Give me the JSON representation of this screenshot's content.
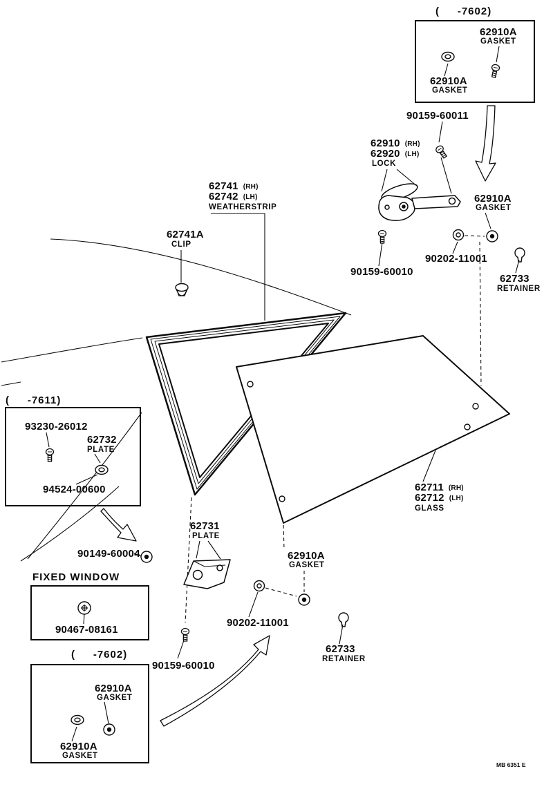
{
  "doc": {
    "footer_code": "MB 6351 E"
  },
  "insetTop": {
    "header": "(     -7602)",
    "gasketA_num": "62910A",
    "gasketA_name": "GASKET",
    "gasketB_num": "62910A",
    "gasketB_name": "GASKET"
  },
  "lock": {
    "screw_upper": "90159-60011",
    "num_rh": "62910",
    "suffix_rh": "(RH)",
    "num_lh": "62920",
    "suffix_lh": "(LH)",
    "name": "LOCK",
    "gasket_num": "62910A",
    "gasket_name": "GASKET",
    "washer": "90202-11001",
    "screw_lower": "90159-60010",
    "retainer_num": "62733",
    "retainer_name": "RETAINER"
  },
  "weatherstrip": {
    "num_rh": "62741",
    "suffix_rh": "(RH)",
    "num_lh": "62742",
    "suffix_lh": "(LH)",
    "name": "WEATHERSTRIP",
    "clip_num": "62741A",
    "clip_name": "CLIP"
  },
  "insetLeft": {
    "header": "(     -7611)",
    "screw": "93230-26012",
    "plate_num": "62732",
    "plate_name": "PLATE",
    "nut": "94524-00600"
  },
  "glass": {
    "num_rh": "62711",
    "suffix_rh": "(RH)",
    "num_lh": "62712",
    "suffix_lh": "(LH)",
    "name": "GLASS"
  },
  "lower": {
    "plate_num": "62731",
    "plate_name": "PLATE",
    "stud": "90149-60004",
    "fixed_window_title": "FIXED WINDOW",
    "fixed_window_part": "90467-08161",
    "gasket_mid_num": "62910A",
    "gasket_mid_name": "GASKET",
    "washer": "90202-11001",
    "screw": "90159-60010",
    "retainer_num": "62733",
    "retainer_name": "RETAINER"
  },
  "insetBottom": {
    "header": "(     -7602)",
    "gasketA_num": "62910A",
    "gasketA_name": "GASKET",
    "gasketB_num": "62910A",
    "gasketB_name": "GASKET"
  }
}
